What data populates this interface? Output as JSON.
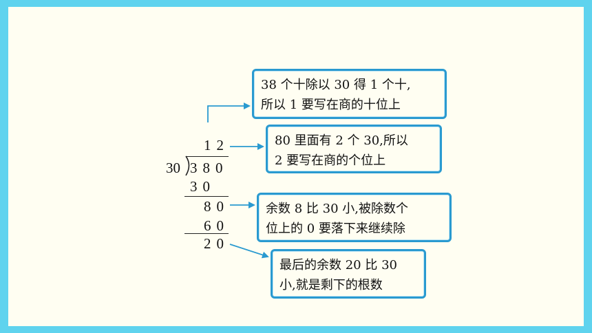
{
  "division": {
    "quotient": "12",
    "divisor": "30",
    "dividend": "380",
    "step1_product": "30",
    "step1_remainder": "80",
    "step2_product": "60",
    "remainder": "20"
  },
  "callouts": [
    {
      "line1": "38 个十除以 30 得 1 个十,",
      "line2": "所以 1 要写在商的十位上"
    },
    {
      "line1": "80 里面有 2 个 30,所以",
      "line2": "2 要写在商的个位上"
    },
    {
      "line1": "余数 8 比 30 小,被除数个",
      "line2": "位上的 0 要落下来继续除"
    },
    {
      "line1": "最后的余数 20 比 30",
      "line2": "小,就是剩下的根数"
    }
  ],
  "colors": {
    "background": "#5fd3ee",
    "slide": "#fffef2",
    "accent": "#2a9ad0"
  }
}
